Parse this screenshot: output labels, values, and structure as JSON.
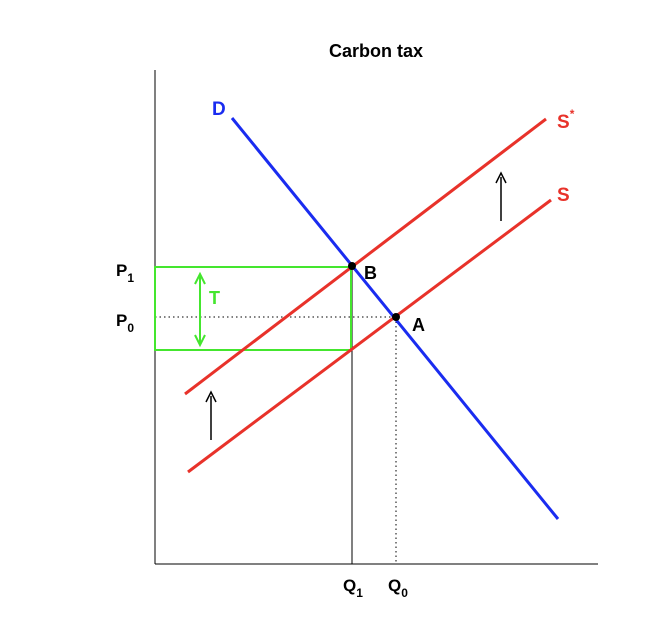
{
  "title": "Carbon tax",
  "curves": {
    "demand": {
      "label": "D"
    },
    "supply": {
      "label": "S"
    },
    "supply_taxed": {
      "label": "S",
      "superscript": "*"
    }
  },
  "points": {
    "a": {
      "label": "A"
    },
    "b": {
      "label": "B"
    }
  },
  "axis_labels": {
    "p1": {
      "main": "P",
      "sub": "1"
    },
    "p0": {
      "main": "P",
      "sub": "0"
    },
    "q1": {
      "main": "Q",
      "sub": "1"
    },
    "q0": {
      "main": "Q",
      "sub": "0"
    }
  },
  "tax_label": "T",
  "colors": {
    "demand": "#1a2cf0",
    "supply": "#e8322a",
    "tax": "#44e62e",
    "axis": "#000000",
    "text": "#000000"
  }
}
